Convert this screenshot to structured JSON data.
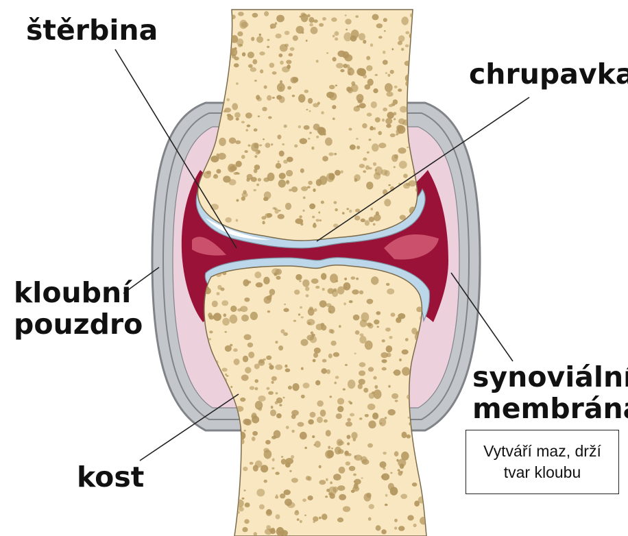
{
  "labels": {
    "gap": "štěrbina",
    "cartilage": "chrupavka",
    "capsule_line1": "kloubní",
    "capsule_line2": "pouzdro",
    "membrane_line1": "synoviální",
    "membrane_line2": "membrána",
    "bone": "kost"
  },
  "note": {
    "text": "Vytváří maz, drží tvar kloubu"
  },
  "colors": {
    "bone": "#f8e7c0",
    "bone_pores": "#b3965e",
    "capsule": "#c3c7cb",
    "capsule_edge": "#808488",
    "synovial_membrane": "#ecd0dc",
    "synovial_fluid": "#9a1238",
    "fluid_highlight": "#d35c74",
    "cartilage": "#bcd6ea",
    "leader_line": "#222222"
  }
}
